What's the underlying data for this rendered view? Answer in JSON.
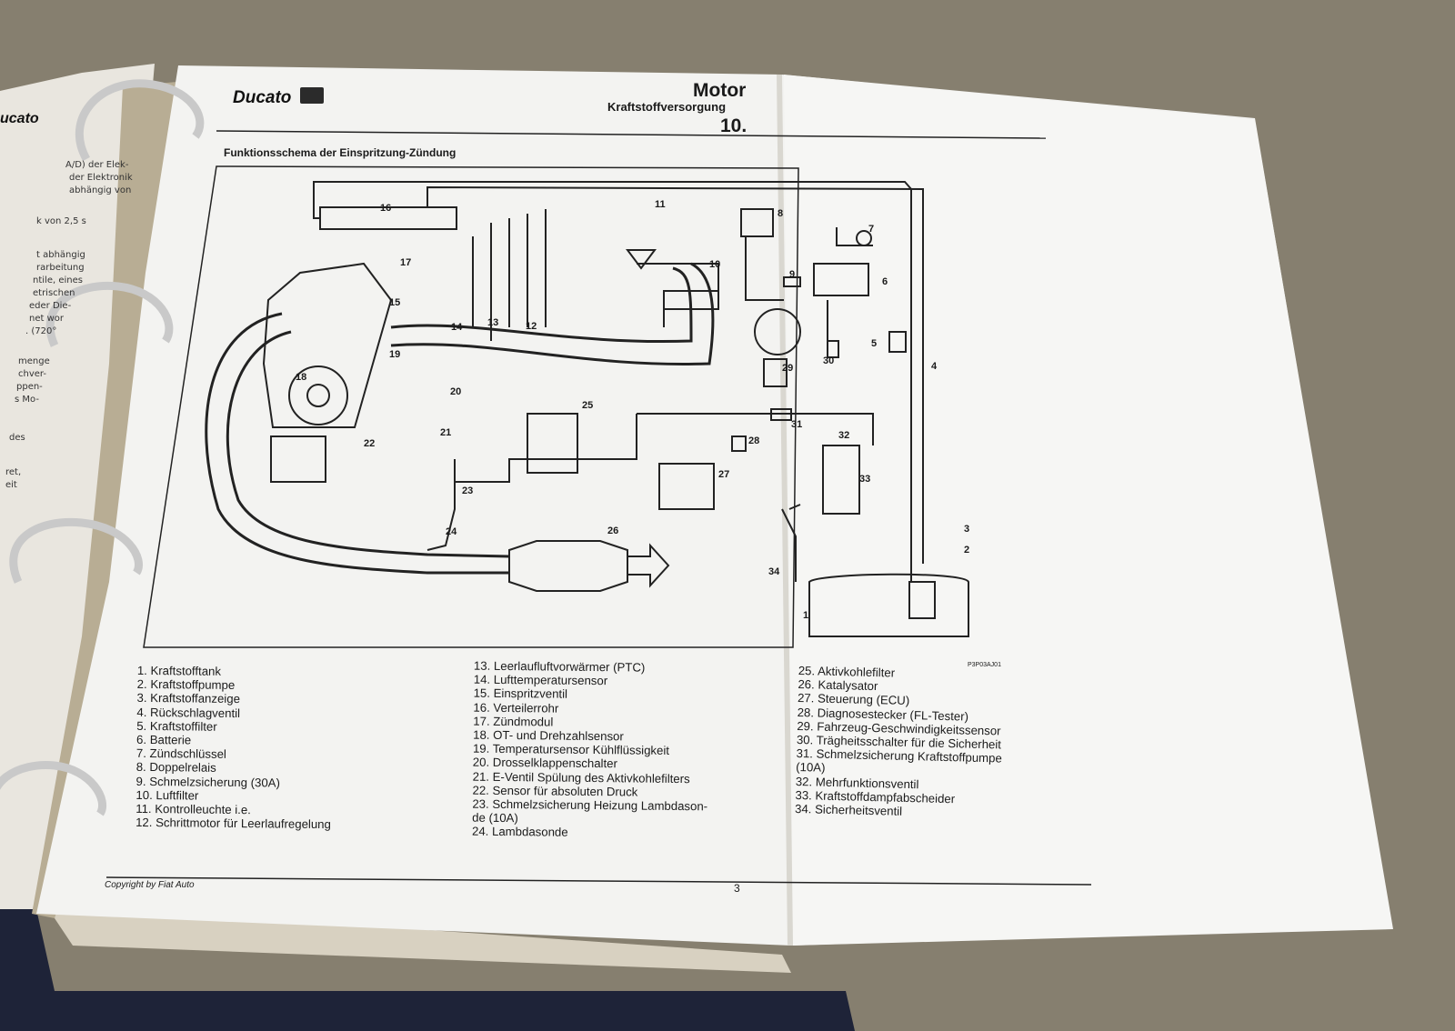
{
  "header": {
    "brand": "Ducato",
    "brand_left_page": "ucato",
    "section_title": "Motor",
    "subsection": "Kraftstoffversorgung",
    "section_number": "10."
  },
  "figure": {
    "title": "Funktionsschema der Einspritzung-Zündung",
    "code": "P3P03AJ01",
    "labels": [
      "1",
      "2",
      "3",
      "4",
      "5",
      "6",
      "7",
      "8",
      "9",
      "10",
      "11",
      "12",
      "13",
      "14",
      "15",
      "16",
      "17",
      "18",
      "19",
      "20",
      "21",
      "22",
      "23",
      "24",
      "25",
      "26",
      "27",
      "28",
      "29",
      "30",
      "31",
      "32",
      "33",
      "34"
    ]
  },
  "legend": {
    "col1": [
      "1.  Kraftstofftank",
      "2.  Kraftstoffpumpe",
      "3.  Kraftstoffanzeige",
      "4.  Rückschlagventil",
      "5.  Kraftstoffilter",
      "6.  Batterie",
      "7.  Zündschlüssel",
      "8.  Doppelrelais",
      "9.  Schmelzsicherung (30A)",
      "10.  Luftfilter",
      "11.  Kontrolleuchte i.e.",
      "12.  Schrittmotor für Leerlaufregelung"
    ],
    "col2": [
      "13.  Leerlaufluftvorwärmer (PTC)",
      "14.  Lufttemperatursensor",
      "15.  Einspritzventil",
      "16.  Verteilerrohr",
      "17.  Zündmodul",
      "18.  OT- und Drehzahlsensor",
      "19.  Temperatursensor Kühlflüssigkeit",
      "20.  Drosselklappenschalter",
      "21.  E-Ventil Spülung des Aktivkohlefilters",
      "22.  Sensor für absoluten Druck",
      "23.  Schmelzsicherung Heizung Lambdason-",
      "      de (10A)",
      "24.  Lambdasonde"
    ],
    "col3": [
      "25.  Aktivkohlefilter",
      "26.  Katalysator",
      "27.  Steuerung (ECU)",
      "28.  Diagnosestecker (FL-Tester)",
      "29.  Fahrzeug-Geschwindigkeitssensor",
      "30.  Trägheitsschalter für die Sicherheit",
      "31.  Schmelzsicherung        Kraftstoffpumpe",
      "       (10A)",
      "32.  Mehrfunktionsventil",
      "33.  Kraftstoffdampfabscheider",
      "34.  Sicherheitsventil"
    ]
  },
  "footer": {
    "copyright": "Copyright by Fiat Auto",
    "page_number": "3"
  },
  "left_page_fragments": [
    "A/D) der Elek-",
    "der Elektronik",
    "abhängig von",
    "k von 2,5 s",
    "t abhängig",
    "rarbeitung",
    "ntile, eines",
    "etrischen",
    "eder Die-",
    "net wor",
    ". (720°",
    "menge",
    "chver-",
    "ppen-",
    "s Mo-",
    "des",
    "ret,",
    "eit"
  ]
}
